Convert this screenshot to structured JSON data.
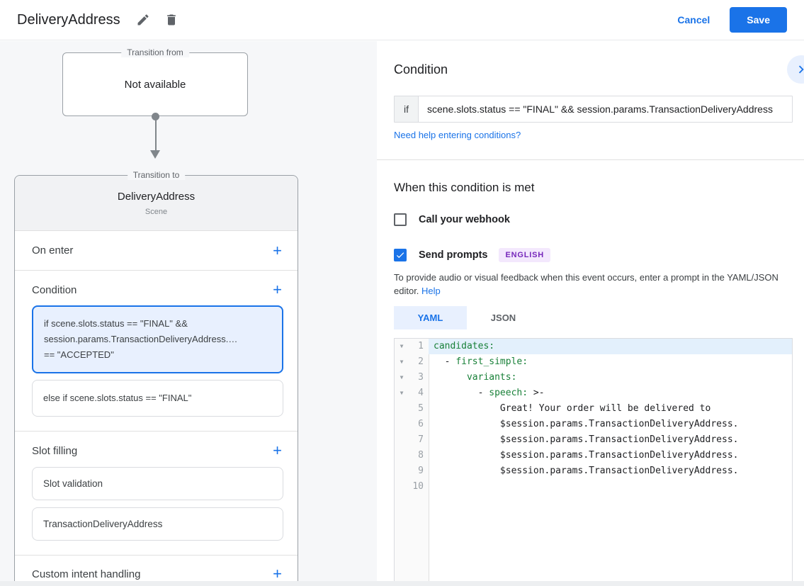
{
  "header": {
    "title": "DeliveryAddress",
    "cancel_label": "Cancel",
    "save_label": "Save"
  },
  "flow": {
    "transition_from": {
      "label": "Transition from",
      "content": "Not available"
    },
    "transition_to": {
      "label": "Transition to",
      "scene_name": "DeliveryAddress",
      "scene_type": "Scene"
    },
    "sections": {
      "on_enter": {
        "title": "On enter"
      },
      "condition": {
        "title": "Condition",
        "cards": [
          {
            "selected": true,
            "lines": [
              "if scene.slots.status == \"FINAL\" &&",
              "session.params.TransactionDeliveryAddress.…",
              "== \"ACCEPTED\""
            ]
          },
          {
            "selected": false,
            "lines": [
              "else if scene.slots.status == \"FINAL\""
            ]
          }
        ]
      },
      "slot_filling": {
        "title": "Slot filling",
        "cards": [
          "Slot validation",
          "TransactionDeliveryAddress"
        ]
      },
      "custom_intent": {
        "title": "Custom intent handling"
      }
    }
  },
  "condition_panel": {
    "title": "Condition",
    "if_label": "if",
    "if_value": "scene.slots.status == \"FINAL\" && session.params.TransactionDeliveryAddress",
    "help_link": "Need help entering conditions?"
  },
  "when_met": {
    "title": "When this condition is met",
    "webhook_label": "Call your webhook",
    "prompts_label": "Send prompts",
    "language_badge": "ENGLISH",
    "description": "To provide audio or visual feedback when this event occurs, enter a prompt in the YAML/JSON editor.",
    "help_label": "Help"
  },
  "editor": {
    "tabs": [
      "YAML",
      "JSON"
    ],
    "active_tab": "YAML",
    "lines": [
      {
        "n": 1,
        "fold": true,
        "active": true,
        "tokens": [
          {
            "type": "key",
            "text": "candidates:"
          }
        ]
      },
      {
        "n": 2,
        "fold": true,
        "tokens": [
          {
            "type": "plain",
            "text": "  - "
          },
          {
            "type": "key",
            "text": "first_simple:"
          }
        ]
      },
      {
        "n": 3,
        "fold": true,
        "tokens": [
          {
            "type": "plain",
            "text": "      "
          },
          {
            "type": "key",
            "text": "variants:"
          }
        ]
      },
      {
        "n": 4,
        "fold": true,
        "tokens": [
          {
            "type": "plain",
            "text": "        - "
          },
          {
            "type": "key",
            "text": "speech:"
          },
          {
            "type": "plain",
            "text": " >-"
          }
        ]
      },
      {
        "n": 5,
        "tokens": [
          {
            "type": "plain",
            "text": "            Great! Your order will be delivered to"
          }
        ]
      },
      {
        "n": 6,
        "tokens": [
          {
            "type": "plain",
            "text": "            $session.params.TransactionDeliveryAddress."
          }
        ]
      },
      {
        "n": 7,
        "tokens": [
          {
            "type": "plain",
            "text": "            $session.params.TransactionDeliveryAddress."
          }
        ]
      },
      {
        "n": 8,
        "tokens": [
          {
            "type": "plain",
            "text": "            $session.params.TransactionDeliveryAddress."
          }
        ]
      },
      {
        "n": 9,
        "tokens": [
          {
            "type": "plain",
            "text": "            $session.params.TransactionDeliveryAddress."
          }
        ]
      },
      {
        "n": 10,
        "tokens": []
      }
    ]
  },
  "colors": {
    "accent_blue": "#1a73e8",
    "selected_bg": "#e8f0fe",
    "badge_purple_bg": "#f3e8fd",
    "badge_purple_text": "#7627bb",
    "yaml_key_green": "#188038"
  }
}
